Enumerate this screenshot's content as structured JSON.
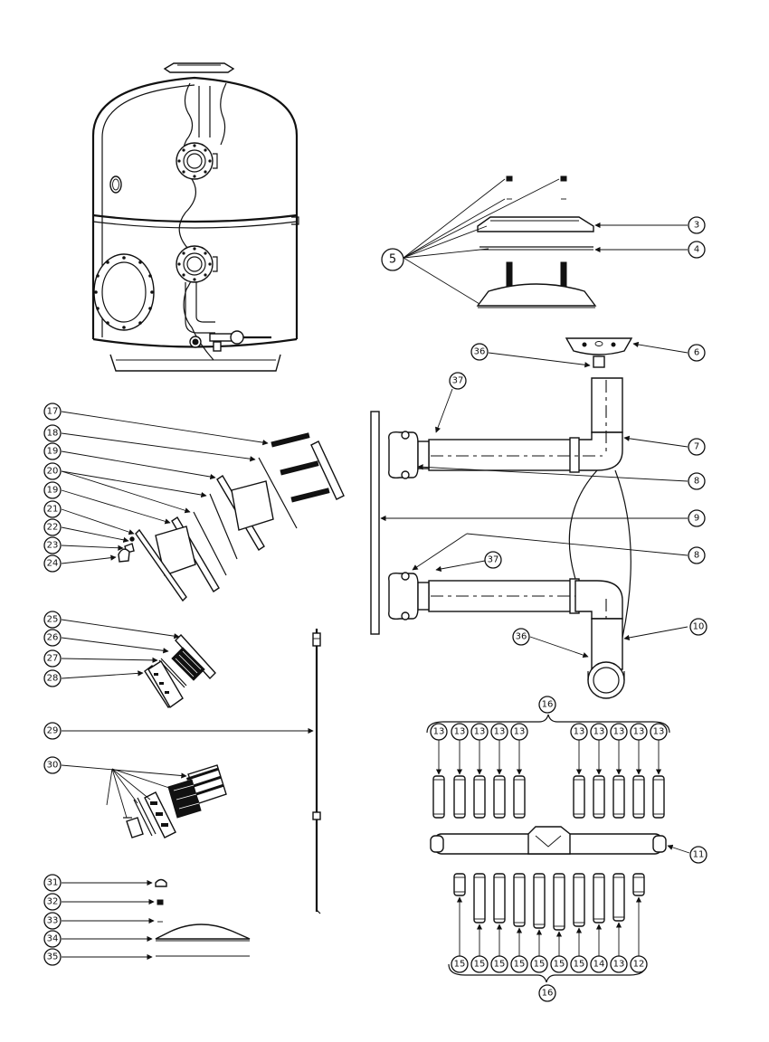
{
  "callouts": {
    "c3": "3",
    "c4": "4",
    "c5": "5",
    "c6": "6",
    "c7": "7",
    "c8a": "8",
    "c8b": "8",
    "c9": "9",
    "c10": "10",
    "c11": "11",
    "c12": "12",
    "c16top": "16",
    "c16bottom": "16",
    "c17": "17",
    "c18": "18",
    "c19a": "19",
    "c19b": "19",
    "c20": "20",
    "c21": "21",
    "c22": "22",
    "c23": "23",
    "c24": "24",
    "c25": "25",
    "c26": "26",
    "c27": "27",
    "c28": "28",
    "c29": "29",
    "c30": "30",
    "c31": "31",
    "c32": "32",
    "c33": "33",
    "c34": "34",
    "c35": "35",
    "c36a": "36",
    "c36b": "36",
    "c37a": "37",
    "c37b": "37",
    "top_laterals": [
      "13",
      "13",
      "13",
      "13",
      "13",
      "13",
      "13",
      "13",
      "13",
      "13"
    ],
    "bottom_laterals": [
      "15",
      "15",
      "15",
      "15",
      "15",
      "15",
      "15",
      "14",
      "13",
      "12"
    ]
  }
}
